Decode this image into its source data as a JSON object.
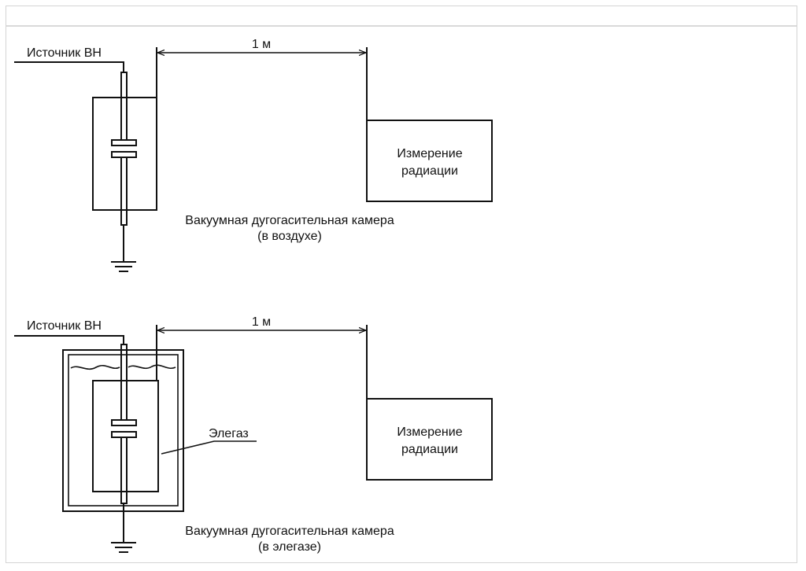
{
  "diagram_top": {
    "source_label": "Источник ВН",
    "distance_label": "1 м",
    "measure_line1": "Измерение",
    "measure_line2": "радиации",
    "chamber_line1": "Вакуумная дугогасительная камера",
    "chamber_line2": "(в воздухе)"
  },
  "diagram_bottom": {
    "source_label": "Источник ВН",
    "distance_label": "1 м",
    "measure_line1": "Измерение",
    "measure_line2": "радиации",
    "gas_label": "Элегаз",
    "chamber_line1": "Вакуумная дугогасительная камера",
    "chamber_line2": "(в элегазе)"
  }
}
